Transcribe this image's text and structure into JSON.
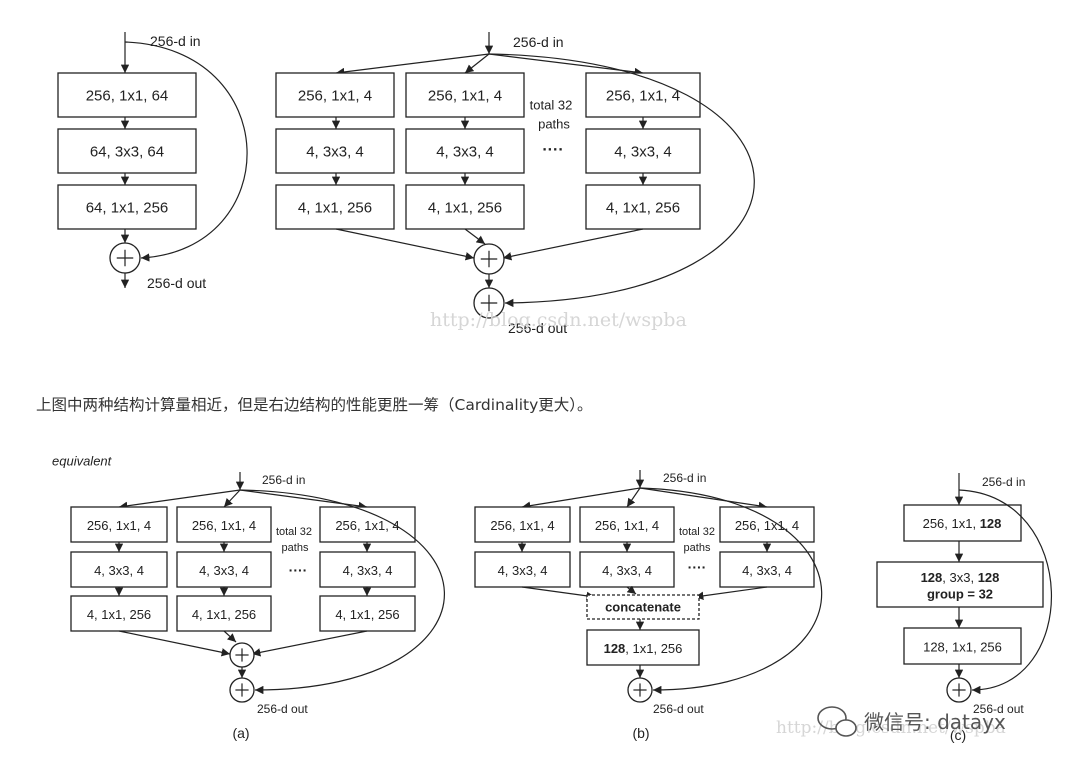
{
  "top_caption": "上图中两种结构计算量相近，但是右边结构的性能更胜一筹（Cardinality更大）。",
  "top_left": {
    "in_label": "256-d in",
    "boxes": [
      "256, 1x1, 64",
      "64, 3x3, 64",
      "64, 1x1, 256"
    ],
    "plus": "+",
    "out_label": "256-d out"
  },
  "top_right": {
    "in_label": "256-d in",
    "paths": [
      [
        "256, 1x1, 4",
        "4, 3x3, 4",
        "4, 1x1, 256"
      ],
      [
        "256, 1x1, 4",
        "4, 3x3, 4",
        "4, 1x1, 256"
      ],
      [
        "256, 1x1, 4",
        "4, 3x3, 4",
        "4, 1x1, 256"
      ]
    ],
    "total_label_1": "total 32",
    "total_label_2": "paths",
    "dots": "····",
    "plus": "+",
    "out_label": "256-d out"
  },
  "watermark_top": "http://blog.csdn.net/wspba",
  "equivalent_label": "equivalent",
  "bottom_a": {
    "in_label": "256-d in",
    "paths": [
      [
        "256, 1x1, 4",
        "4, 3x3, 4",
        "4, 1x1, 256"
      ],
      [
        "256, 1x1, 4",
        "4, 3x3, 4",
        "4, 1x1, 256"
      ],
      [
        "256, 1x1, 4",
        "4, 3x3, 4",
        "4, 1x1, 256"
      ]
    ],
    "total_label_1": "total 32",
    "total_label_2": "paths",
    "dots": "····",
    "plus": "+",
    "out_label": "256-d out",
    "caption": "(a)"
  },
  "bottom_b": {
    "in_label": "256-d in",
    "paths": [
      [
        "256, 1x1, 4",
        "4, 3x3, 4"
      ],
      [
        "256, 1x1, 4",
        "4, 3x3, 4"
      ],
      [
        "256, 1x1, 4",
        "4, 3x3, 4"
      ]
    ],
    "total_label_1": "total 32",
    "total_label_2": "paths",
    "dots": "····",
    "concat_label": "concatenate",
    "final_bold": "128",
    "final_rest": ", 1x1, 256",
    "plus": "+",
    "out_label": "256-d out",
    "caption": "(b)"
  },
  "bottom_c": {
    "in_label": "256-d in",
    "box1_rest": "256, 1x1, ",
    "box1_bold": "128",
    "box2_bold_a": "128",
    "box2_mid": ", 3x3, ",
    "box2_bold_b": "128",
    "box2_line2": "group = 32",
    "box3": "128, 1x1, 256",
    "plus": "+",
    "out_label": "256-d out",
    "caption": "(c)"
  },
  "watermark_bottom": "http://blog.csdn.net/wspba",
  "wechat_label": "微信号: datayx"
}
